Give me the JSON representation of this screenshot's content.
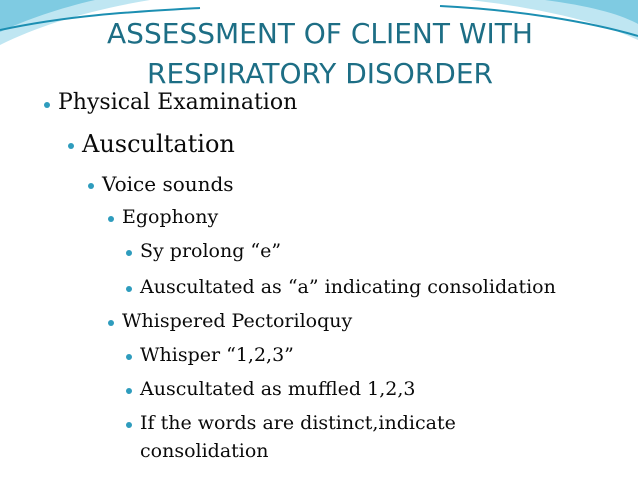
{
  "slide": {
    "title_line1": "ASSESSMENT OF CLIENT WITH",
    "title_line2": "RESPIRATORY DISORDER",
    "bullets": [
      {
        "text": "Physical Examination"
      },
      {
        "text": "Auscultation"
      },
      {
        "text": "Voice sounds"
      },
      {
        "text": "Egophony"
      },
      {
        "text": "Sy prolong “e”"
      },
      {
        "text": "Auscultated as “a” indicating consolidation"
      },
      {
        "text": "Whispered Pectoriloquy"
      },
      {
        "text": "Whisper “1,2,3”"
      },
      {
        "text": "Auscultated as muffled 1,2,3"
      },
      {
        "text": "If the words are distinct,indicate"
      },
      {
        "text": "consolidation"
      }
    ]
  },
  "colors": {
    "title": "#1d6e85",
    "bullet": "#2e9cbd",
    "wave_dark": "#1c8fb2",
    "wave_light": "#bfe6f2"
  }
}
